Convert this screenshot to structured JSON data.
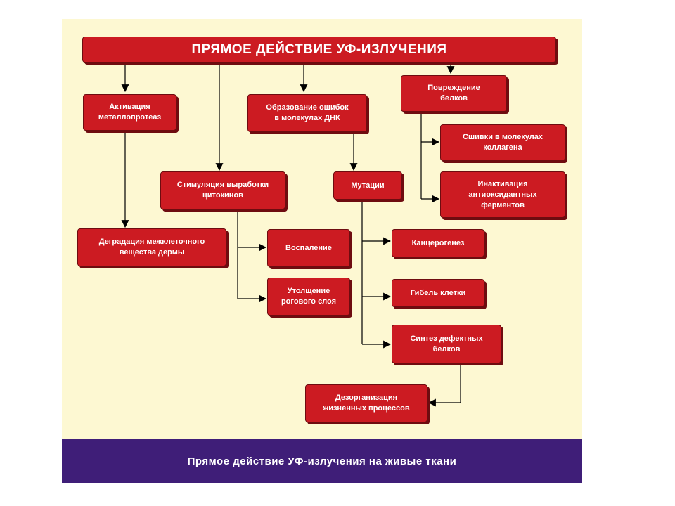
{
  "title": "ПРЯМОЕ ДЕЙСТВИЕ УФ-ИЗЛУЧЕНИЯ",
  "caption": "Прямое действие УФ-излучения на живые ткани",
  "colors": {
    "box": "#cc1b22",
    "shadow": "#6e0c10",
    "panel": "#fdf8d2",
    "footer": "#3f1e78",
    "line": "#000000"
  },
  "nodes": {
    "activation": "Активация\nметаллопротеаз",
    "dna_errors": "Образование ошибок\nв молекулах ДНК",
    "protein_damage": "Повреждение\nбелков",
    "collagen": "Сшивки в молекулах\nколлагена",
    "antioxidant": "Инактивация\nантиоксидантных\nферментов",
    "cytokines": "Стимуляция выработки\nцитокинов",
    "mutations": "Мутации",
    "degradation": "Деградация межклеточного\nвещества дермы",
    "inflammation": "Воспаление",
    "carcinogenesis": "Канцерогенез",
    "thickening": "Утолщение\nрогового слоя",
    "cell_death": "Гибель клетки",
    "defective": "Синтез дефектных\nбелков",
    "disorganization": "Дезорганизация\nжизненных процессов"
  }
}
